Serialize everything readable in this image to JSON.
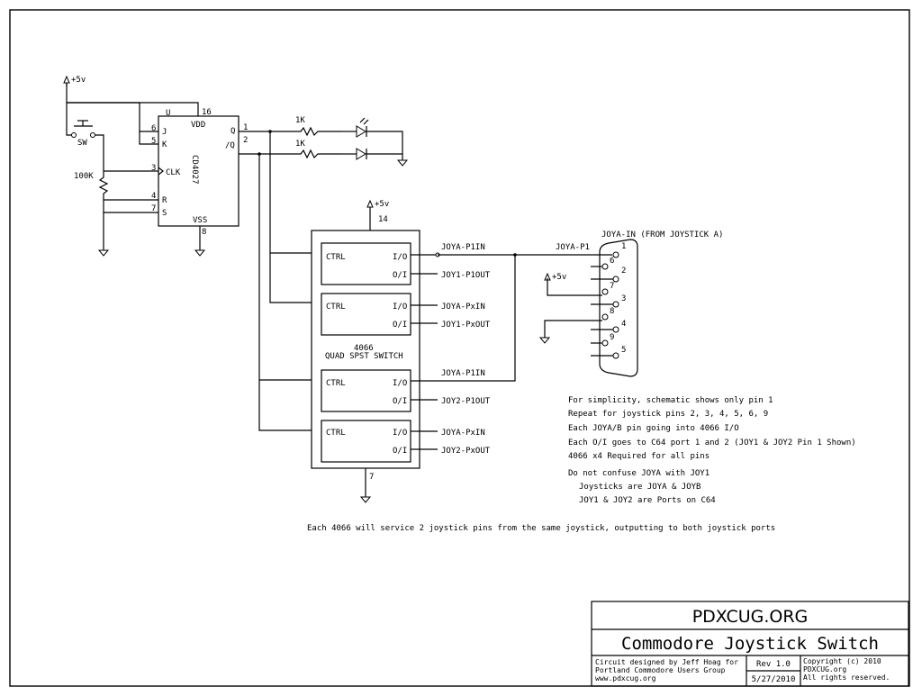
{
  "ic": {
    "ff_name": "CD4027",
    "ff_pins": {
      "u": "U",
      "p16": "16",
      "vdd": "VDD",
      "j": "J",
      "k": "K",
      "p6": "6",
      "p5": "5",
      "clk": "CLK",
      "p3": "3",
      "r": "R",
      "p4": "4",
      "s": "S",
      "p7": "7",
      "vss": "VSS",
      "p8": "8",
      "q": "Q",
      "p1": "1",
      "nq": "/Q",
      "p2": "2"
    },
    "switch_name": "4066",
    "switch_desc": "QUAD SPST SWITCH",
    "switch_pin_vdd": "14",
    "switch_pin_gnd": "7"
  },
  "power": {
    "vcc": "+5v"
  },
  "components": {
    "sw": "SW",
    "r_pull": "100K",
    "r_led1": "1K",
    "r_led2": "1K"
  },
  "switches": [
    {
      "ctrl": "CTRL",
      "io": "I/O",
      "oi": "O/I",
      "in": "JOYA-P1IN",
      "out": "JOY1-P1OUT"
    },
    {
      "ctrl": "CTRL",
      "io": "I/O",
      "oi": "O/I",
      "in": "JOYA-PxIN",
      "out": "JOY1-PxOUT"
    },
    {
      "ctrl": "CTRL",
      "io": "I/O",
      "oi": "O/I",
      "in": "JOYA-P1IN",
      "out": "JOY2-P1OUT"
    },
    {
      "ctrl": "CTRL",
      "io": "I/O",
      "oi": "O/I",
      "in": "JOYA-PxIN",
      "out": "JOY2-PxOUT"
    }
  ],
  "connector": {
    "title": "JOYA-IN (FROM JOYSTICK A)",
    "net": "JOYA-P1",
    "pins": [
      "1",
      "2",
      "3",
      "4",
      "5",
      "6",
      "7",
      "8",
      "9"
    ]
  },
  "notes": [
    "For simplicity, schematic shows only pin 1",
    "Repeat for joystick pins 2, 3, 4, 5, 6, 9",
    "Each JOYA/B pin going into 4066 I/O",
    "Each O/I goes to C64 port 1 and 2 (JOY1 & JOY2 Pin 1 Shown)",
    "4066 x4 Required for all pins"
  ],
  "notes2": [
    "Do not confuse JOYA with JOY1",
    "Joysticks are JOYA & JOYB",
    "JOY1 & JOY2 are Ports on C64"
  ],
  "footer_note": "Each 4066 will service 2 joystick pins from the same joystick, outputting to both joystick ports",
  "title_block": {
    "org": "PDXCUG.ORG",
    "title": "Commodore Joystick Switch",
    "designer": [
      "Circuit designed by Jeff Hoag for",
      "Portland Commodore Users Group",
      "www.pdxcug.org"
    ],
    "rev": "Rev 1.0",
    "date": "5/27/2010",
    "copyright": [
      "Copyright (c) 2010",
      "PDXCUG.org",
      "All rights reserved."
    ]
  }
}
